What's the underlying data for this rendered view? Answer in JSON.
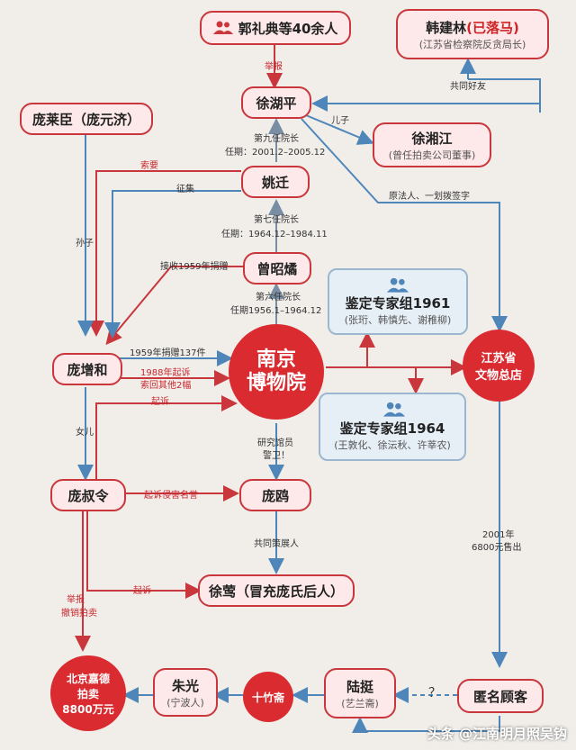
{
  "nodes": {
    "guo_lidian": "郭礼典等40余人",
    "han_jianlin": "韩建林",
    "han_jianlin_tag": "(已落马)",
    "han_jianlin_sub": "(江苏省检察院反贪局长)",
    "xu_huping": "徐湖平",
    "pang_laichen": "庞莱臣（庞元济）",
    "xu_xiangjiang": "徐湘江",
    "xu_xiangjiang_sub": "(曾任拍卖公司董事)",
    "yao_qian": "姚迁",
    "zeng_zhaoyu": "曾昭燏",
    "expert1961": "鉴定专家组1961",
    "expert1961_sub": "(张珩、韩慎先、谢稚柳)",
    "pang_zenghe": "庞增和",
    "nanjing_museum_l1": "南京",
    "nanjing_museum_l2": "博物院",
    "jiangsu_store_l1": "江苏省",
    "jiangsu_store_l2": "文物总店",
    "expert1964": "鉴定专家组1964",
    "expert1964_sub": "(王敦化、徐沄秋、许莘农)",
    "pang_shuling": "庞叔令",
    "pang_ou": "庞鸥",
    "xu_ying": "徐莺（冒充庞氏后人）",
    "jiade_l1": "北京嘉德",
    "jiade_l2": "拍卖",
    "jiade_l3": "8800万元",
    "zhu_guang": "朱光",
    "zhu_guang_sub": "(宁波人)",
    "shizhuzhai": "十竹斋",
    "lu_ting": "陆挺",
    "lu_ting_sub": "(艺兰斋)",
    "anonymous": "匿名顾客"
  },
  "labels": {
    "jubao1": "举报",
    "gongtong": "共同好友",
    "erzi": "儿子",
    "ninth_l1": "第九任院长",
    "ninth_l2": "任期：2001.2–2005.12",
    "suoyao": "索要",
    "zhengji": "征集",
    "faren": "原法人、一划拨签字",
    "sunzi": "孙子",
    "seventh_l1": "第七任院长",
    "seventh_l2": "任期：1964.12–1984.11",
    "jieshou": "接收1959年捐赠",
    "sixth_l1": "第六任院长",
    "sixth_l2": "任期1956.1–1964.12",
    "donate1959": "1959年捐赠137件",
    "sue1988_l1": "1988年起诉",
    "sue1988_l2": "索回其他2幅",
    "qisu1": "起诉",
    "nver": "女儿",
    "yanjiu_l1": "研究馆员",
    "yanjiu_l2": "警卫！",
    "sue_rep": "起诉侵害名誉",
    "gongtong_zhan": "共同策展人",
    "qisu2": "起诉",
    "sold_l1": "2001年",
    "sold_l2": "6800元售出",
    "jubao2_l1": "举报",
    "jubao2_l2": "撤销拍卖",
    "question": "？"
  },
  "icons": [
    "person-group-icon"
  ],
  "colors": {
    "red": "#c9363c",
    "blue": "#4f86b9",
    "pink_fill": "#fde9e9",
    "blue_fill": "#e6eef6"
  },
  "watermark": "头条 @江南明月照吴钩"
}
